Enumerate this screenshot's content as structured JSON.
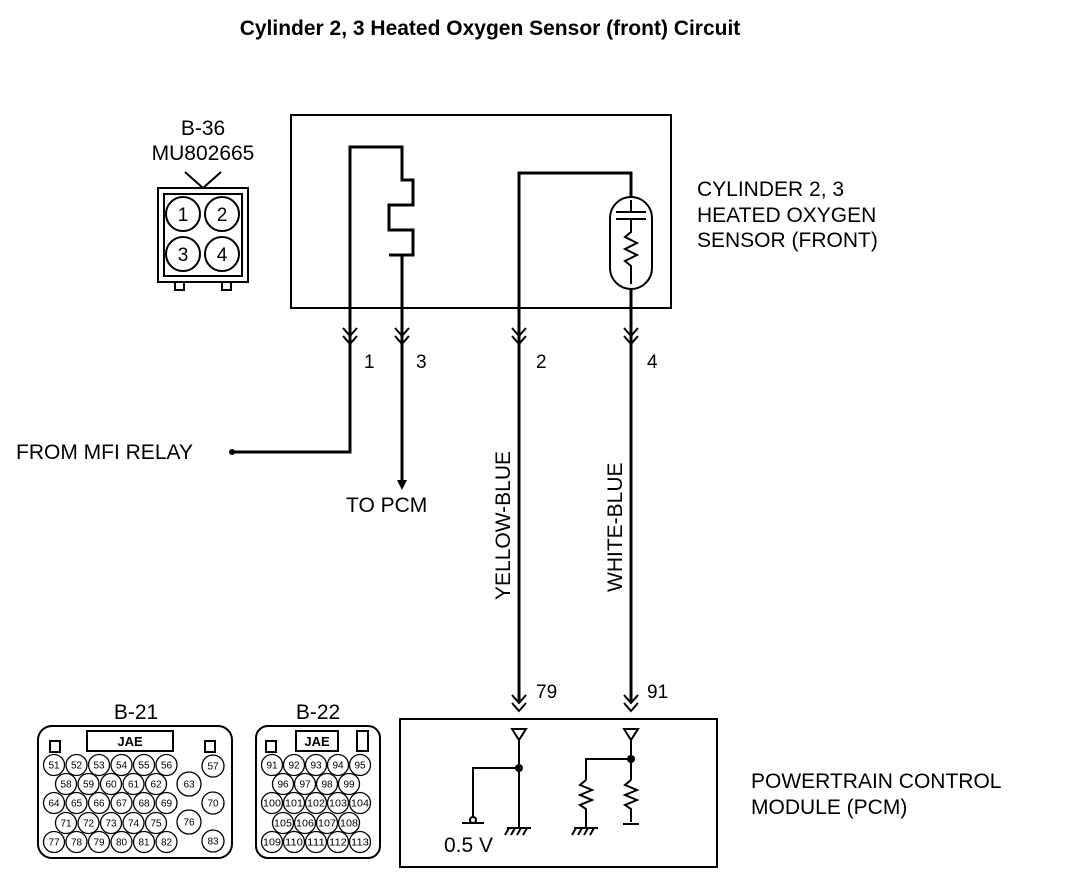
{
  "title": "Cylinder 2, 3 Heated Oxygen Sensor (front) Circuit",
  "sensor_connector": {
    "id": "B-36",
    "part_number": "MU802665",
    "cavities": [
      "1",
      "2",
      "3",
      "4"
    ]
  },
  "sensor_label": [
    "CYLINDER 2, 3",
    "HEATED OXYGEN",
    "SENSOR (FRONT)"
  ],
  "pins": {
    "p1": "1",
    "p3": "3",
    "p2": "2",
    "p4": "4",
    "pcm_a": "79",
    "pcm_b": "91"
  },
  "from_relay": "FROM MFI RELAY",
  "to_pcm": "TO PCM",
  "wire_colors": {
    "yellow_blue": "YELLOW-BLUE",
    "white_blue": "WHITE-BLUE"
  },
  "pcm_label": [
    "POWERTRAIN CONTROL",
    "MODULE (PCM)"
  ],
  "voltage_label": "0.5 V",
  "pcm_connectors": {
    "b21": {
      "id": "B-21",
      "brand": "JAE",
      "rows": [
        [
          "51",
          "52",
          "53",
          "54",
          "55",
          "56"
        ],
        [
          "58",
          "59",
          "60",
          "61",
          "62"
        ],
        [
          "64",
          "65",
          "66",
          "67",
          "68",
          "69"
        ],
        [
          "71",
          "72",
          "73",
          "74",
          "75"
        ],
        [
          "77",
          "78",
          "79",
          "80",
          "81",
          "82"
        ]
      ],
      "right": [
        "57",
        "63",
        "70",
        "76",
        "83"
      ]
    },
    "b22": {
      "id": "B-22",
      "brand": "JAE",
      "rows": [
        [
          "91",
          "92",
          "93",
          "94",
          "95"
        ],
        [
          "96",
          "97",
          "98",
          "99"
        ],
        [
          "100",
          "101",
          "102",
          "103",
          "104"
        ],
        [
          "105",
          "106",
          "107",
          "108"
        ],
        [
          "109",
          "110",
          "111",
          "112",
          "113"
        ]
      ]
    }
  }
}
